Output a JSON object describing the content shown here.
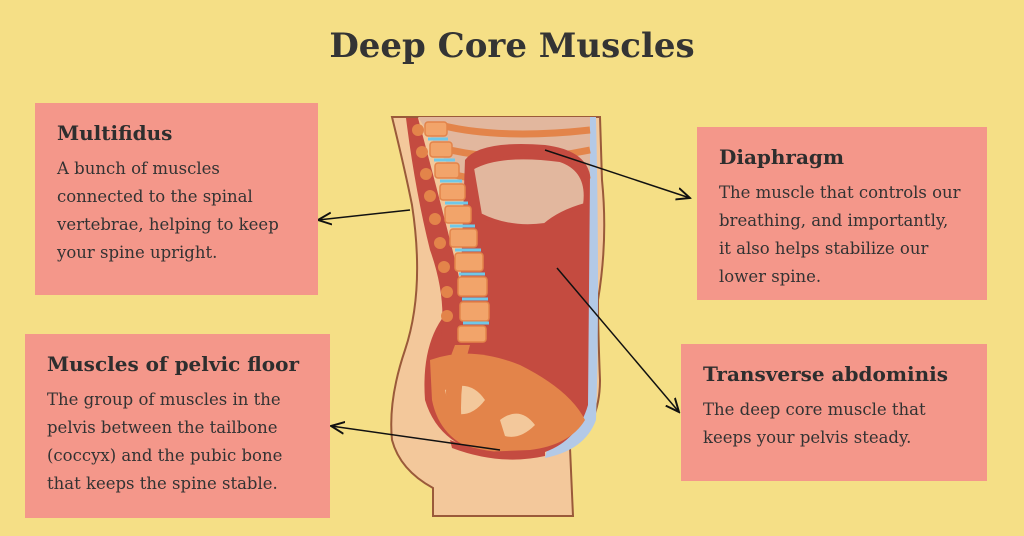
{
  "title": "Deep Core Muscles",
  "labels": [
    {
      "id": "multifidus",
      "heading": "Multifidus",
      "text": "A  bunch of muscles connected to the spinal vertebrae, helping to keep your spine upright."
    },
    {
      "id": "diaphragm",
      "heading": "Diaphragm",
      "text": "The muscle that controls our breathing, and importantly, it also helps stabilize our lower spine."
    },
    {
      "id": "pelvic-floor",
      "heading": "Muscles of pelvic floor",
      "text": "The group of muscles in the pelvis between the tailbone (coccyx) and the pubic bone that keeps the spine stable."
    },
    {
      "id": "transverse",
      "heading": "Transverse abdominis",
      "text": "The deep core muscle that keeps your pelvis steady."
    }
  ],
  "colors": {
    "background": "#f5df86",
    "box": "#f4978a",
    "muscle": "#c44b40",
    "bone": "#e3844a",
    "skin": "#f3c89b",
    "disc": "#6fc8e8"
  }
}
